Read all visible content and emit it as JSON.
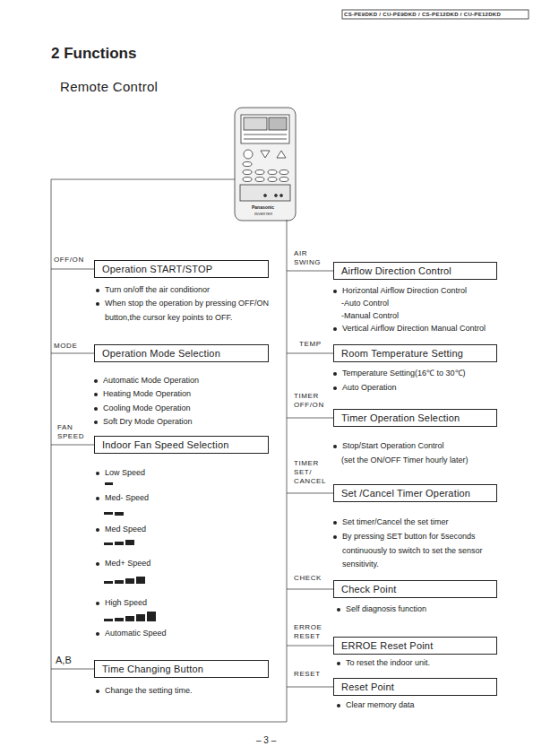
{
  "diagram": {
    "title": "2 Functions",
    "nodes": [
      {
        "text": [
          "Operation START/STOP"
        ]
      },
      {
        "text": [
          "Operation Mode Selection"
        ]
      },
      {
        "text": [
          "Indoor Fan Speed Selection"
        ]
      },
      {
        "text": [
          "Time Changing Button"
        ]
      },
      {
        "text": [
          "Airflow Direction Control"
        ]
      },
      {
        "text": [
          "Room Temperature Setting"
        ]
      },
      {
        "text": [
          "Timer Operation Selection"
        ]
      },
      {
        "text": [
          "Set /Cancel Timer Operation"
        ]
      },
      {
        "text": [
          "Check Point"
        ]
      },
      {
        "text": [
          "ERROE Reset Point"
        ]
      },
      {
        "text": [
          "Reset Point"
        ]
      }
    ],
    "labels": [
      "CS-PE9DKD / CU-PE9DKD / CS-PE12DKD / CU-PE12DKD",
      "Remote Control",
      "Panasonic",
      "INVERTER",
      "OFF/ON",
      "Turn on/off the air conditionor",
      "When stop the operation by pressing OFF/ON button,the cursor key points to OFF.",
      "MODE",
      "Automatic Mode Operation",
      "Heating Mode Operation",
      "Cooling Mode Operation",
      "Soft Dry Mode Operation",
      "FAN SPEED",
      "Low Speed",
      "Med- Speed",
      "Med Speed",
      "Med+ Speed",
      "High Speed",
      "Automatic Speed",
      "A,B",
      "Change the setting time.",
      "AIR SWING",
      "Horizontal Airflow Direction Control",
      "-Auto Control",
      "-Manual Control",
      "Vertical Airflow Direction Manual Control",
      "TEMP",
      "Temperature Setting(16℃ to 30℃)",
      "Auto Operation",
      "TIMER OFF/ON",
      "Stop/Start Operation Control",
      "(set the ON/OFF Timer hourly later)",
      "TIMER SET/ CANCEL",
      "Set timer/Cancel the set timer",
      "By pressing SET button for 5seconds continuously to switch to set the sensor sensitivity.",
      "CHECK",
      "Self diagnosis function",
      "ERROE RESET",
      "To reset the indoor unit.",
      "RESET",
      "Clear memory data",
      "– 3 –"
    ]
  }
}
